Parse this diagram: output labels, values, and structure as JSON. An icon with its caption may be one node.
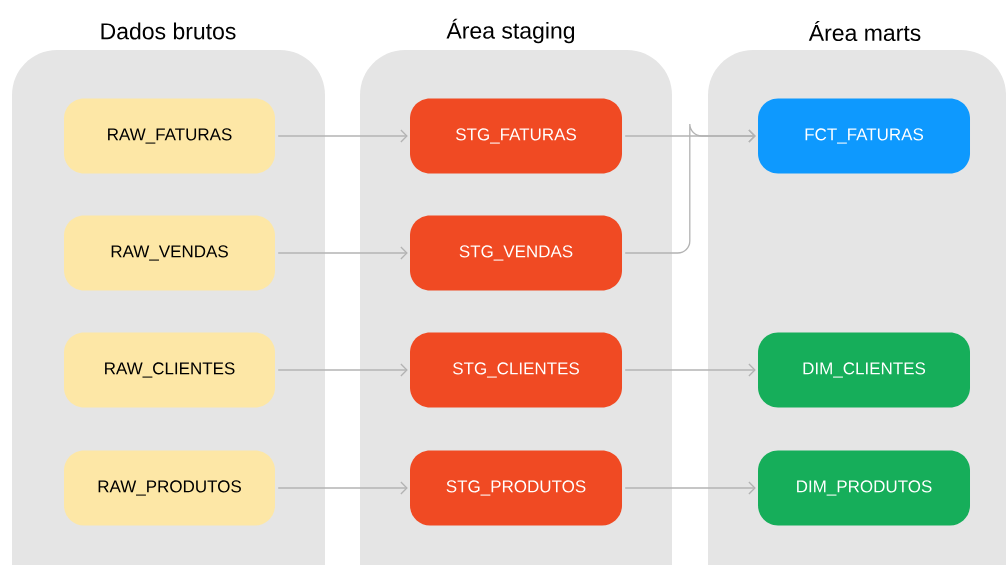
{
  "diagram": {
    "nodes": [
      {
        "text": [
          "Dados brutos"
        ]
      },
      {
        "text": [
          "RAW_FATURAS"
        ],
        "in": 0
      },
      {
        "text": [
          "RAW_VENDAS"
        ],
        "in": 0
      },
      {
        "text": [
          "RAW_CLIENTES"
        ],
        "in": 0
      },
      {
        "text": [
          "RAW_PRODUTOS"
        ],
        "in": 0
      },
      {
        "text": [
          "Área staging"
        ]
      },
      {
        "text": [
          "STG_FATURAS"
        ],
        "in": 5
      },
      {
        "text": [
          "STG_VENDAS"
        ],
        "in": 5
      },
      {
        "text": [
          "STG_CLIENTES"
        ],
        "in": 5
      },
      {
        "text": [
          "STG_PRODUTOS"
        ],
        "in": 5
      },
      {
        "text": [
          "Área marts"
        ]
      },
      {
        "text": [
          "FCT_FATURAS"
        ],
        "in": 10
      },
      {
        "text": [
          "DIM_CLIENTES"
        ],
        "in": 10
      },
      {
        "text": [
          "DIM_PRODUTOS"
        ],
        "in": 10
      }
    ],
    "edges": [
      {
        "from": 1,
        "to": 6,
        "arrow": "to"
      },
      {
        "from": 2,
        "to": 7,
        "arrow": "to"
      },
      {
        "from": 3,
        "to": 8,
        "arrow": "to"
      },
      {
        "from": 4,
        "to": 9,
        "arrow": "to"
      },
      {
        "from": 6,
        "to": 11,
        "arrow": "to"
      },
      {
        "from": 7,
        "to": 11,
        "arrow": "to"
      },
      {
        "from": 8,
        "to": 12,
        "arrow": "to"
      },
      {
        "from": 9,
        "to": 13,
        "arrow": "to"
      }
    ]
  }
}
